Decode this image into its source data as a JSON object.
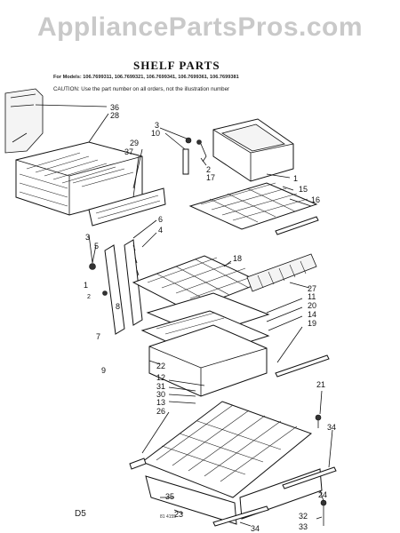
{
  "watermark": "AppliancePartsPros.com",
  "title": "SHELF PARTS",
  "models_line": "For Models: 106.7699311, 106.7699321, 106.7699341, 106.7699361, 106.7699381",
  "caution_line": "CAUTION: Use the part number on all orders, not the illustration number",
  "page_number": "D5",
  "drawing_code": "81 4155",
  "callouts": [
    "36",
    "28",
    "3",
    "10",
    "29",
    "37",
    "2",
    "17",
    "1",
    "15",
    "16",
    "6",
    "4",
    "3",
    "5",
    "18",
    "1",
    "2",
    "8",
    "7",
    "9",
    "27",
    "11",
    "20",
    "14",
    "19",
    "22",
    "12",
    "31",
    "30",
    "13",
    "26",
    "21",
    "34",
    "24",
    "35",
    "23",
    "34",
    "32",
    "33"
  ]
}
